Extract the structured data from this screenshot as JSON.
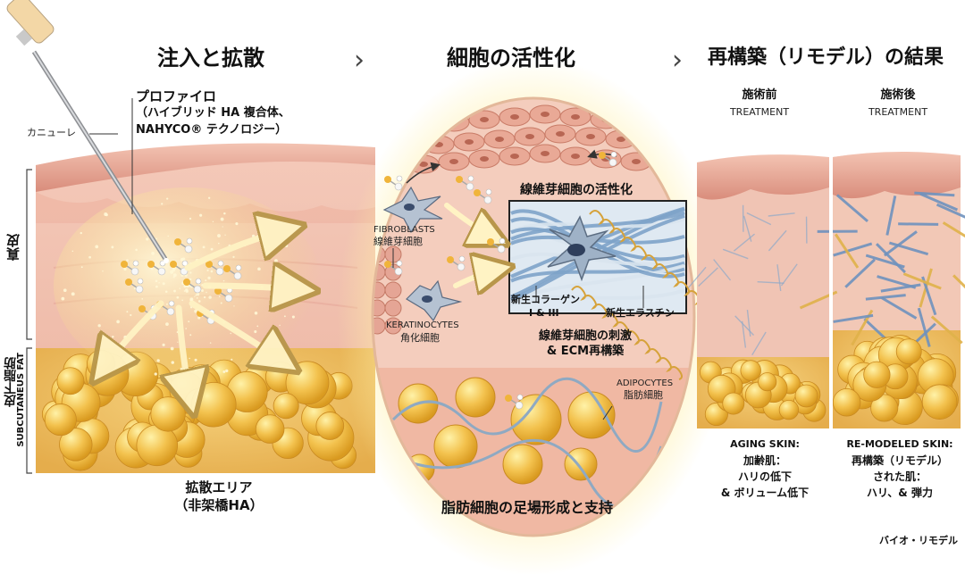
{
  "colors": {
    "skin_top": "#e3a192",
    "dermis": "#f1c4b4",
    "fat": "#f3c766",
    "collagen": "#7ea3c9",
    "elastin": "#d6a23a",
    "glow": "#fff3b0"
  },
  "section1": {
    "title": "注入と拡散",
    "cannula_label": "カニューレ",
    "product_line1": "プロファイロ",
    "product_line2": "（ハイブリッド HA 複合体、",
    "product_line3": "NAHYCO® テクノロジー）",
    "dermis_label": "真皮",
    "subq_label_jp": "皮下脂肪",
    "subq_label_en": "SUBCUTANEUS FAT",
    "diffusion_line1": "拡散エリア",
    "diffusion_line2": "（非架橋HA）"
  },
  "section2": {
    "title": "細胞の活性化",
    "activation_title": "線維芽細胞の活性化",
    "fibroblasts_en": "FIBROBLASTS",
    "fibroblasts_jp": "線維芽細胞",
    "keratinocytes_en": "KERATINOCYTES",
    "keratinocytes_jp": "角化細胞",
    "collagen_line1": "新生コラーゲン",
    "collagen_line2": "I & III",
    "elastin_label": "新生エラスチン",
    "stimulation_line1": "線維芽細胞の刺激",
    "stimulation_line2": "& ECM再構築",
    "adipocytes_en": "ADIPOCYTES",
    "adipocytes_jp": "脂肪細胞",
    "scaffold_label": "脂肪細胞の足場形成と支持"
  },
  "section3": {
    "title": "再構築（リモデル）の結果",
    "before_jp": "施術前",
    "before_en": "TREATMENT",
    "after_jp": "施術後",
    "after_en": "TREATMENT",
    "aging_line1": "AGING SKIN:",
    "aging_line2": "加齢肌：",
    "aging_line3": "ハリの低下",
    "aging_line4": "& ボリューム低下",
    "remodeled_line1": "RE-MODELED SKIN:",
    "remodeled_line2": "再構築（リモデル）",
    "remodeled_line3": "された肌：",
    "remodeled_line4": "ハリ、& 弾力"
  },
  "footer_label": "バイオ・リモデル",
  "icons": {
    "chevron_1": "chevron-right-icon",
    "chevron_2": "chevron-right-icon"
  }
}
